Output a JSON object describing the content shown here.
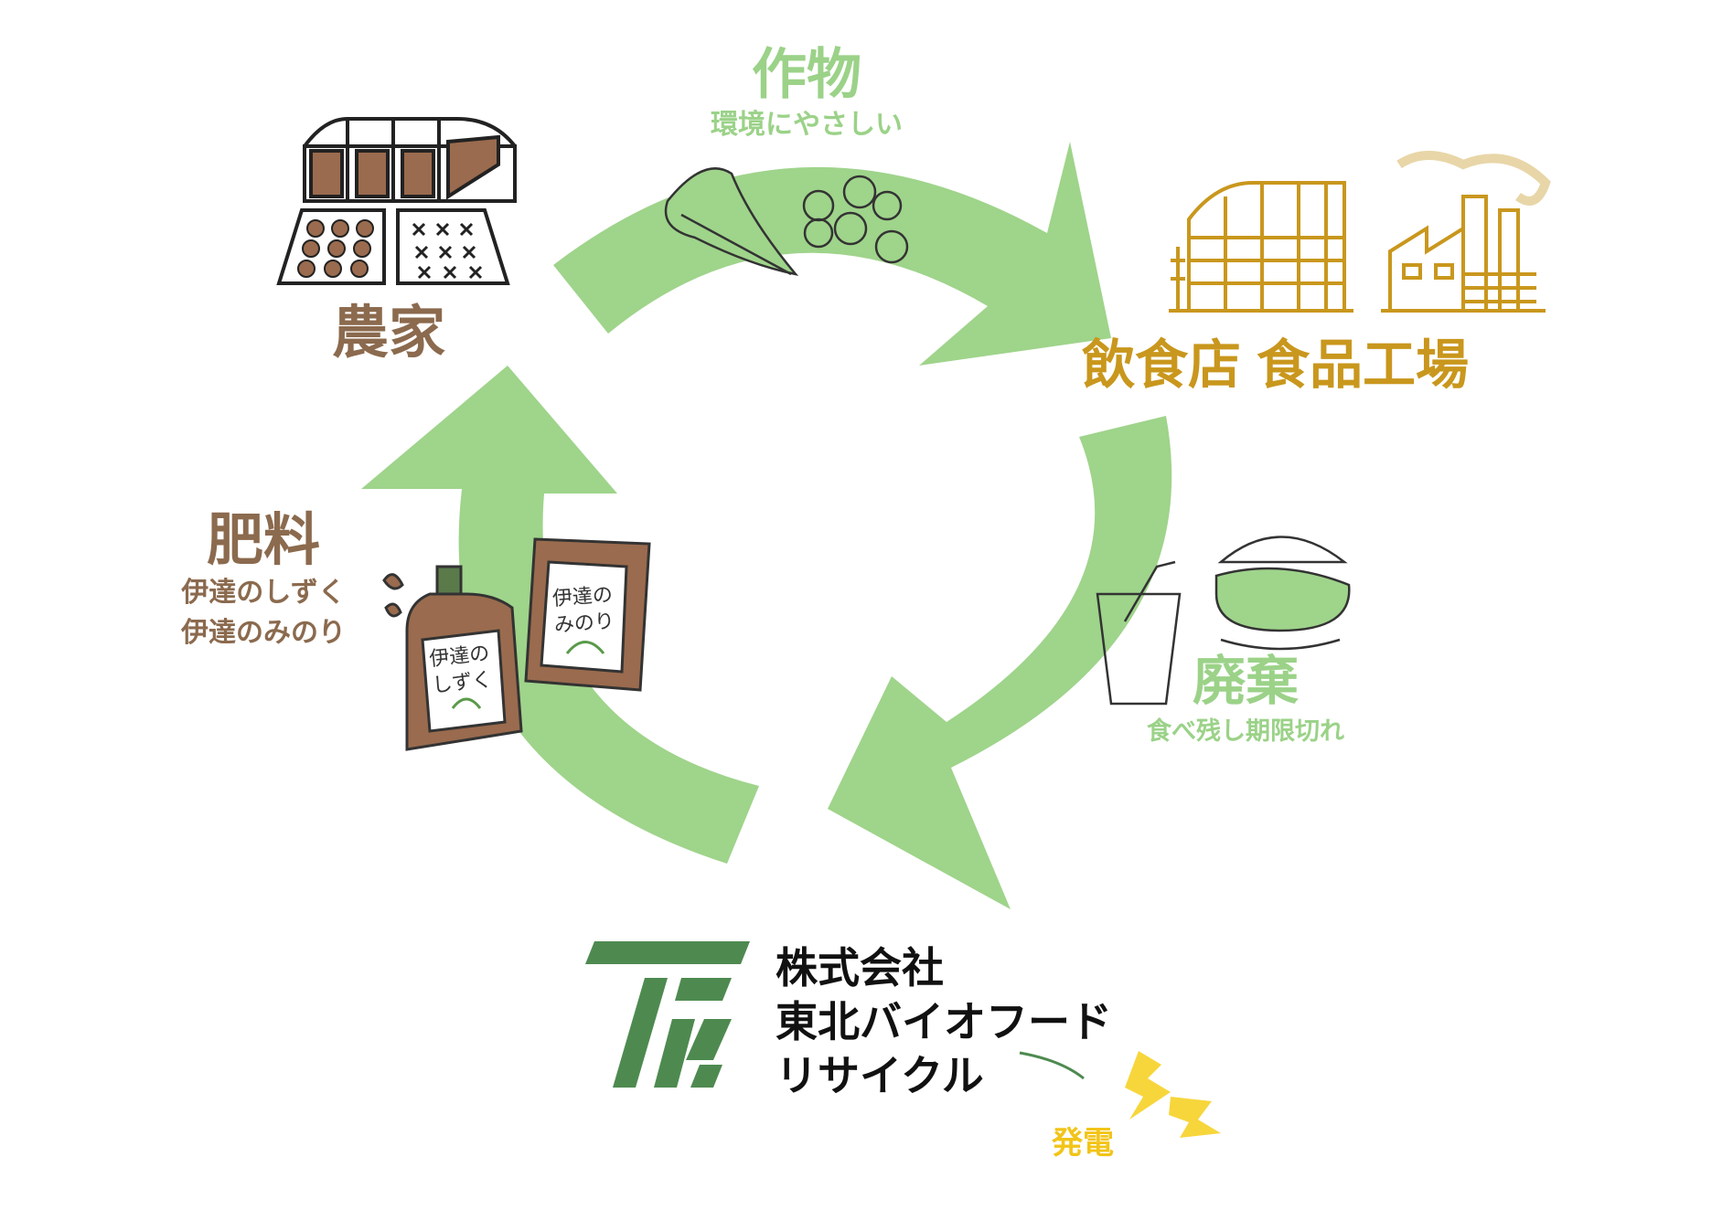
{
  "colors": {
    "arrow": "#9fd48b",
    "brown": "#8b6a4e",
    "gold": "#c9971d",
    "green_text": "#9bd288",
    "logo_green": "#4e8a50",
    "bolt": "#f7d63c"
  },
  "nodes": {
    "farmer": {
      "title": "農家"
    },
    "crops": {
      "title": "作物",
      "subtitle": "環境にやさしい"
    },
    "restaurant": {
      "title": "飲食店"
    },
    "factory": {
      "title": "食品工場"
    },
    "waste": {
      "title": "廃棄",
      "subtitle": "食べ残し期限切れ"
    },
    "fertilizer": {
      "title": "肥料",
      "products": [
        "伊達のしずく",
        "伊達のみのり"
      ]
    }
  },
  "illustrations": {
    "bag_label": [
      "伊達の",
      "みのり"
    ],
    "bottle_label": [
      "伊達の",
      "しずく"
    ]
  },
  "company": {
    "lines": [
      "株式会社",
      "東北バイオフード",
      "リサイクル"
    ]
  },
  "power": {
    "label": "発電"
  },
  "icons": [
    "greenhouse-icon",
    "vegetables-icon",
    "building-icon",
    "factory-icon",
    "burger-drink-icon",
    "fertilizer-bag-icon",
    "fertilizer-bottle-icon",
    "lightning-icon"
  ]
}
